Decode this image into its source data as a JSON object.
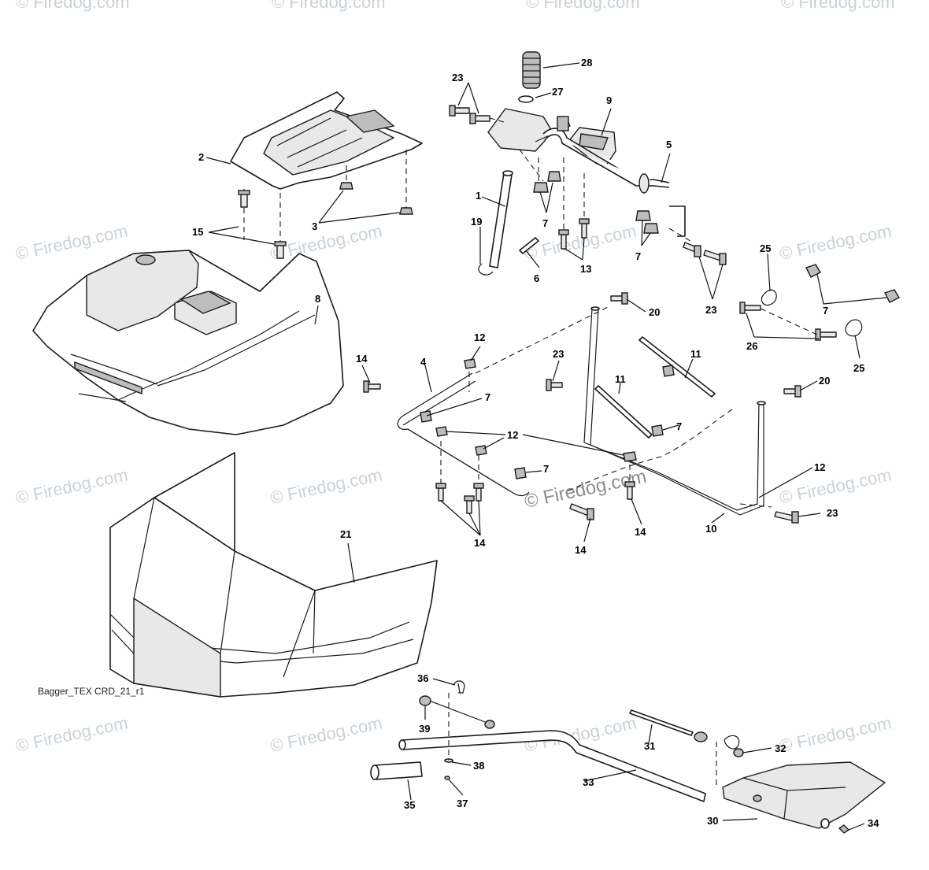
{
  "diagram": {
    "code_label": "Bagger_TEX CRD_21_r1",
    "watermark_text": "© Firedog.com",
    "callouts": {
      "c1": "1",
      "c2": "2",
      "c3": "3",
      "c4": "4",
      "c5": "5",
      "c6": "6",
      "c7a": "7",
      "c7b": "7",
      "c7c": "7",
      "c7d": "7",
      "c7e": "7",
      "c7f": "7",
      "c8": "8",
      "c9": "9",
      "c10": "10",
      "c11a": "11",
      "c11b": "11",
      "c12a": "12",
      "c12b": "12",
      "c12c": "12",
      "c13": "13",
      "c14a": "14",
      "c14b": "14",
      "c14c": "14",
      "c14d": "14",
      "c15": "15",
      "c19": "19",
      "c20a": "20",
      "c20b": "20",
      "c21": "21",
      "c23a": "23",
      "c23b": "23",
      "c23c": "23",
      "c23d": "23",
      "c25a": "25",
      "c25b": "25",
      "c26": "26",
      "c27": "27",
      "c28": "28",
      "c30": "30",
      "c31": "31",
      "c32": "32",
      "c33": "33",
      "c34": "34",
      "c35": "35",
      "c36": "36",
      "c37": "37",
      "c38": "38",
      "c39": "39"
    }
  }
}
